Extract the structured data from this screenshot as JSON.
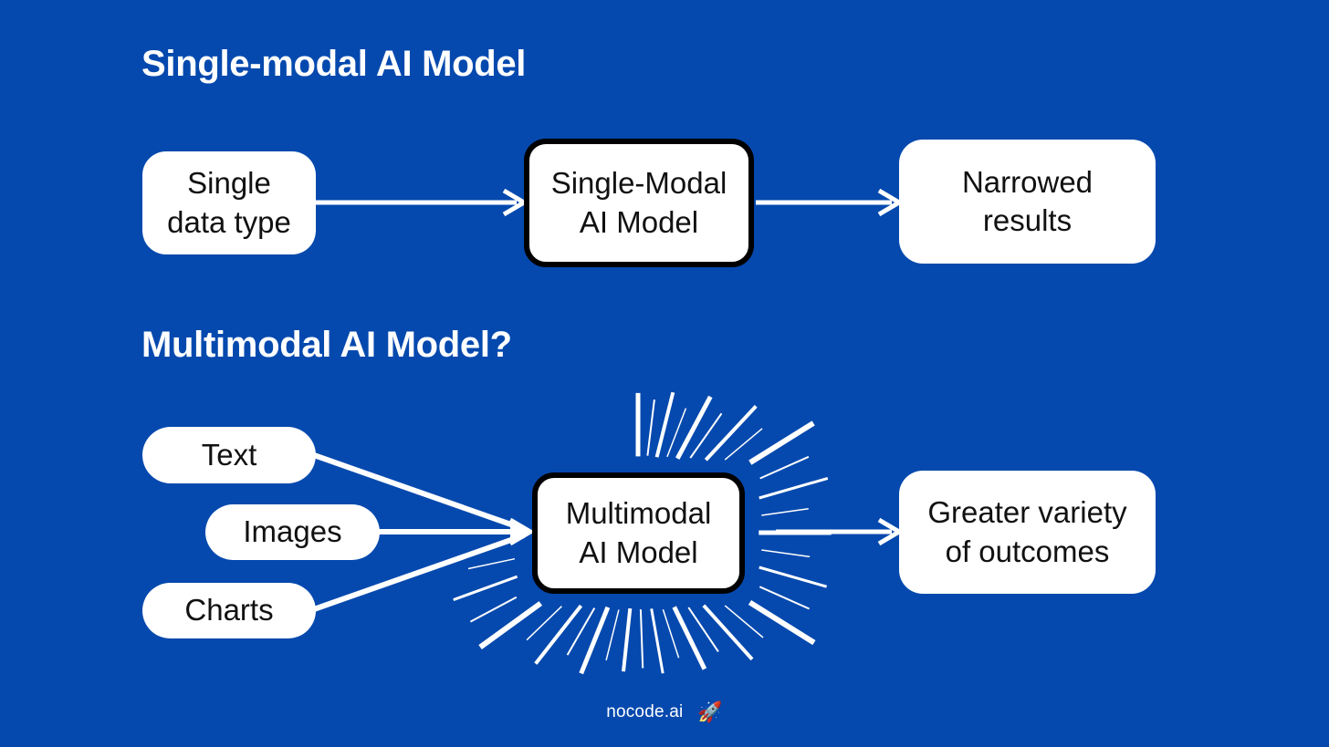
{
  "colors": {
    "background": "#0549ae",
    "node_fill": "#ffffff",
    "node_text": "#111111",
    "title_text": "#ffffff",
    "emphasis_border": "#000000",
    "arrow": "#ffffff",
    "burst": "#ffffff"
  },
  "sections": [
    {
      "id": "single-modal",
      "title": "Single-modal AI Model",
      "nodes": {
        "input": "Single\ndata type",
        "input_line1": "Single",
        "input_line2": "data type",
        "model_line1": "Single-Modal",
        "model_line2": "AI Model",
        "output_line1": "Narrowed",
        "output_line2": "results"
      }
    },
    {
      "id": "multimodal",
      "title": "Multimodal AI Model?",
      "nodes": {
        "input_1": "Text",
        "input_2": "Images",
        "input_3": "Charts",
        "model_line1": "Multimodal",
        "model_line2": "AI Model",
        "output_line1": "Greater variety",
        "output_line2": "of outcomes"
      }
    }
  ],
  "footer": {
    "brand": "nocode.ai",
    "emoji": "🚀",
    "emoji_name": "rocket-emoji"
  }
}
